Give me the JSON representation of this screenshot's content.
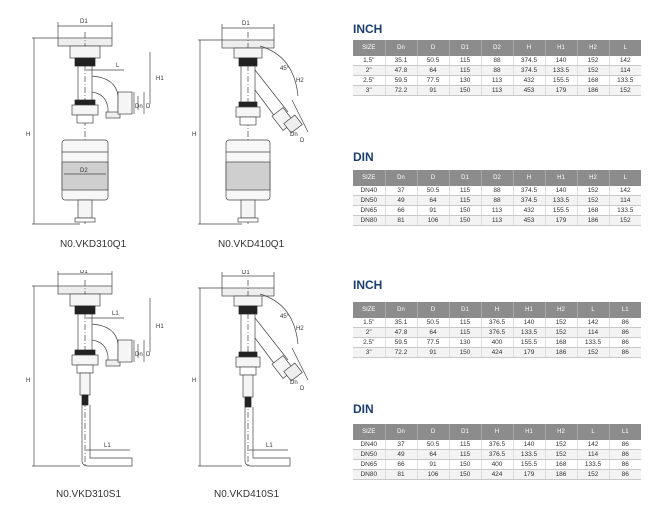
{
  "drawings": [
    {
      "caption": "N0.VKD310Q1",
      "labels": {
        "top": "D1",
        "l": "L",
        "h1": "H1",
        "dn": "Dn",
        "d": "D",
        "h": "H",
        "d2": "D2"
      }
    },
    {
      "caption": "N0.VKD410Q1",
      "labels": {
        "top": "D1",
        "angle": "45°",
        "h2": "H2",
        "dn": "Dn",
        "d": "D",
        "h": "H"
      }
    },
    {
      "caption": "N0.VKD310S1",
      "labels": {
        "top": "D1",
        "l1a": "L1",
        "h1": "H1",
        "dn": "Dn",
        "d": "D",
        "h": "H",
        "l1b": "L1"
      }
    },
    {
      "caption": "N0.VKD410S1",
      "labels": {
        "top": "D1",
        "angle": "45°",
        "h2": "H2",
        "dn": "Dn",
        "d": "D",
        "h": "H",
        "l1": "L1"
      }
    }
  ],
  "tables": [
    {
      "title": "INCH",
      "headers": [
        "SIZE",
        "Dn",
        "D",
        "D1",
        "D2",
        "H",
        "H1",
        "H2",
        "L"
      ],
      "rows": [
        [
          "1.5\"",
          "35.1",
          "50.5",
          "115",
          "88",
          "374.5",
          "140",
          "152",
          "142"
        ],
        [
          "2\"",
          "47.8",
          "64",
          "115",
          "88",
          "374.5",
          "133.5",
          "152",
          "114"
        ],
        [
          "2.5\"",
          "59.5",
          "77.5",
          "130",
          "113",
          "432",
          "155.5",
          "168",
          "133.5"
        ],
        [
          "3\"",
          "72.2",
          "91",
          "150",
          "113",
          "453",
          "179",
          "186",
          "152"
        ]
      ]
    },
    {
      "title": "DIN",
      "headers": [
        "SIZE",
        "Dn",
        "D",
        "D1",
        "D2",
        "H",
        "H1",
        "H2",
        "L"
      ],
      "rows": [
        [
          "DN40",
          "37",
          "50.5",
          "115",
          "88",
          "374.5",
          "140",
          "152",
          "142"
        ],
        [
          "DN50",
          "49",
          "64",
          "115",
          "88",
          "374.5",
          "133.5",
          "152",
          "114"
        ],
        [
          "DN65",
          "66",
          "91",
          "150",
          "113",
          "432",
          "155.5",
          "168",
          "133.5"
        ],
        [
          "DN80",
          "81",
          "106",
          "150",
          "113",
          "453",
          "179",
          "186",
          "152"
        ]
      ]
    },
    {
      "title": "INCH",
      "headers": [
        "SIZE",
        "Dn",
        "D",
        "D1",
        "H",
        "H1",
        "H2",
        "L",
        "L1"
      ],
      "rows": [
        [
          "1.5\"",
          "35.1",
          "50.5",
          "115",
          "376.5",
          "140",
          "152",
          "142",
          "86"
        ],
        [
          "2\"",
          "47.8",
          "64",
          "115",
          "376.5",
          "133.5",
          "152",
          "114",
          "86"
        ],
        [
          "2.5\"",
          "59.5",
          "77.5",
          "130",
          "400",
          "155.5",
          "168",
          "133.5",
          "86"
        ],
        [
          "3\"",
          "72.2",
          "91",
          "150",
          "424",
          "179",
          "186",
          "152",
          "86"
        ]
      ]
    },
    {
      "title": "DIN",
      "headers": [
        "SIZE",
        "Dn",
        "D",
        "D1",
        "H",
        "H1",
        "H2",
        "L",
        "L1"
      ],
      "rows": [
        [
          "DN40",
          "37",
          "50.5",
          "115",
          "376.5",
          "140",
          "152",
          "142",
          "86"
        ],
        [
          "DN50",
          "49",
          "64",
          "115",
          "376.5",
          "133.5",
          "152",
          "114",
          "86"
        ],
        [
          "DN65",
          "66",
          "91",
          "150",
          "400",
          "155.5",
          "168",
          "133.5",
          "86"
        ],
        [
          "DN80",
          "81",
          "106",
          "150",
          "424",
          "179",
          "186",
          "152",
          "86"
        ]
      ]
    }
  ]
}
